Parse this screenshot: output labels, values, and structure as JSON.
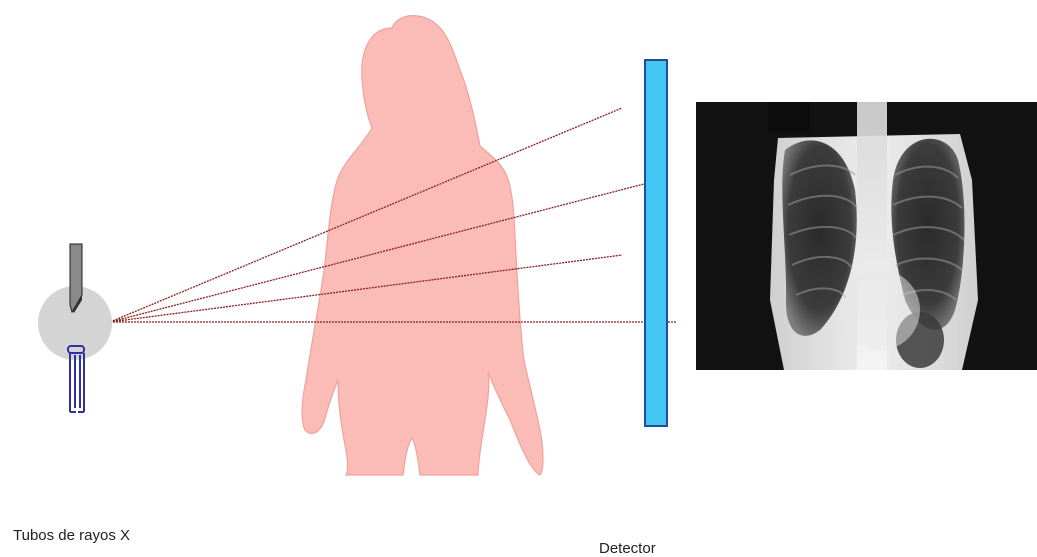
{
  "labels": {
    "xray_tube": "Tubos de rayos X",
    "detector": "Detector"
  },
  "colors": {
    "tube_disc": "#d4d4d4",
    "cathode": "#2f2fa8",
    "anode": "#555555",
    "body_fill": "#fbbcb7",
    "body_stroke": "#f0a29c",
    "beam": "#8a1e1e",
    "detector_fill": "#45c6f5",
    "detector_stroke": "#1f4f99",
    "radiograph_bg": "#121212"
  },
  "icons": {
    "xray_tube": "xray-tube-icon",
    "human_silhouette": "human-silhouette-icon",
    "detector_panel": "detector-panel-icon",
    "chest_radiograph": "chest-radiograph-image"
  },
  "beams": {
    "count": 4
  }
}
